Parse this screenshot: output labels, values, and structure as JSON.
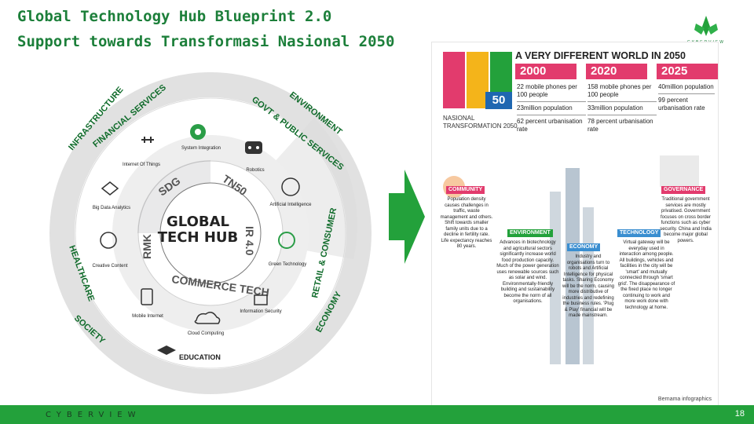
{
  "header": {
    "title_line1": "Global Technology Hub Blueprint 2.0",
    "title_line2": "Support towards Transformasi Nasional 2050",
    "logo_text": "CYBERVIEW"
  },
  "wheel": {
    "center_line1": "GLOBAL",
    "center_line2": "TECH HUB",
    "inner_labels": {
      "sdg": "SDG",
      "tn50": "TN50",
      "ir40": "IR 4.0",
      "rmk": "RMK",
      "commerce": "COMMERCE TECH"
    },
    "outer_labels": {
      "infrastructure": "INFRASTRUCTURE",
      "financial": "FINANCIAL SERVICES",
      "environment": "ENVIRONMENT",
      "govt": "GOVT & PUBLIC SERVICES",
      "healthcare": "HEALTHCARE",
      "retail": "RETAIL & CONSUMER",
      "society": "SOCIETY",
      "economy": "ECONOMY",
      "education": "EDUCATION"
    },
    "nodes": {
      "system_integration": "System Integration",
      "iot": "Internet Of Things",
      "robotics": "Robotics",
      "big_data": "Big Data Analytics",
      "ai": "Artificial Intelligence",
      "creative": "Creative Content",
      "green": "Green Technology",
      "mobile": "Mobile Internet",
      "cloud": "Cloud Computing",
      "infosec": "Information Security"
    }
  },
  "infographic": {
    "headline": "A VERY DIFFERENT WORLD IN 2050",
    "badge": "50",
    "nt_text": "NASIONAL TRANSFORMATION 2050",
    "years": [
      {
        "label": "2000",
        "lines": [
          "22 mobile phones per 100 people",
          "23million population",
          "62 percent urbanisation rate"
        ]
      },
      {
        "label": "2020",
        "lines": [
          "158 mobile phones per 100 people",
          "33million population",
          "78 percent urbanisation rate"
        ]
      },
      {
        "label": "2025",
        "lines": [
          "40million population",
          "99 percent urbanisation rate"
        ]
      }
    ],
    "sections": {
      "community": "COMMUNITY",
      "governance": "GOVERNANCE",
      "environment": "ENVIRONMENT",
      "economy": "ECONOMY",
      "technology": "TECHNOLOGY"
    },
    "community_text": "Population density causes challenges in traffic, waste management and others. Shift towards smaller family units due to a decline in fertility rate. Life expectancy reaches 80 years.",
    "governance_text": "Traditional government services are mostly privatised. Government focuses on cross border functions such as cyber security. China and India become major global powers.",
    "environment_text": "Advances in biotechnology and agricultural sectors significantly increase world food production capacity. Much of the power generation uses renewable sources such as solar and wind. Environmentally-friendly building and sustainability become the norm of all organisations.",
    "economy_text": "Industry and organisations turn to robots and Artificial Intelligence for physical tasks. Sharing Economy will be the norm, causing more distributive of industries and redefining the business rules. 'Plug & Play' financial will be made mainstream.",
    "technology_text": "Virtual gateway will be everyday used in interaction among people. All buildings, vehicles and facilities in the city will be 'smart' and mutually connected through 'smart grid'. The disappearance of the fixed place no longer continuing to work and more work done with technology at home.",
    "credit": "Bernama infographics"
  },
  "footer": {
    "brand": "CYBERVIEW",
    "page": "18"
  }
}
